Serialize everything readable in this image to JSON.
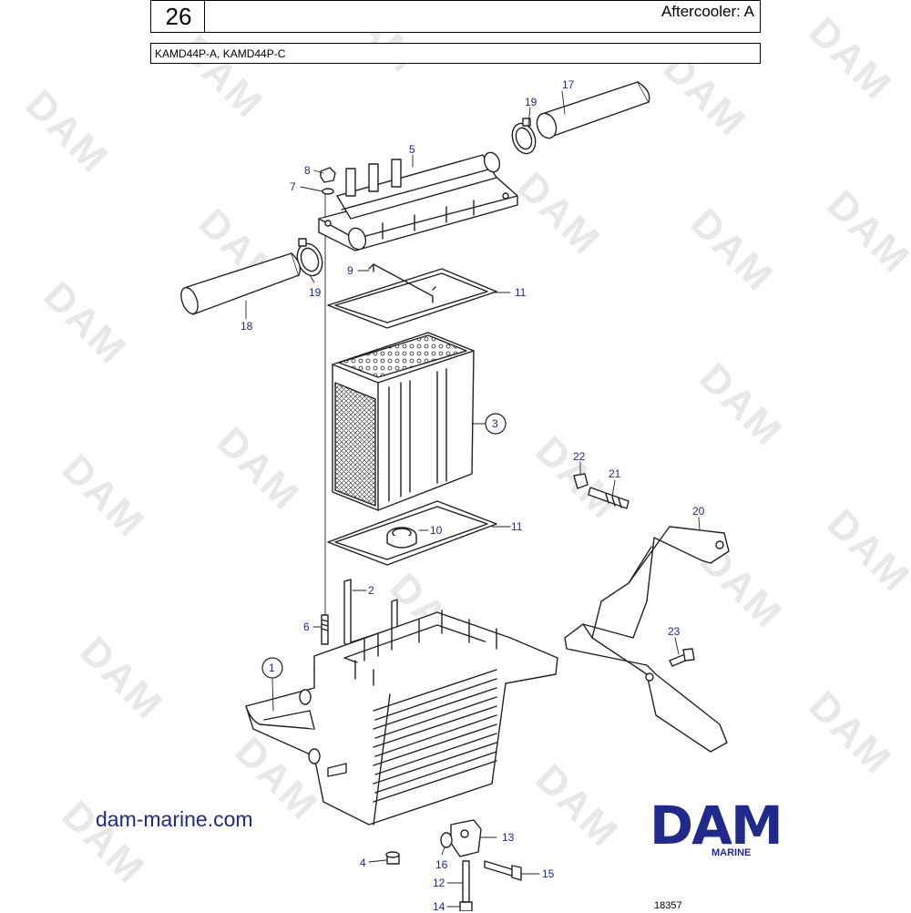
{
  "header": {
    "page_number": "26",
    "title": "Aftercooler: A",
    "models": "KAMD44P-A, KAMD44P-C"
  },
  "callouts": [
    {
      "id": "1",
      "label": "1",
      "circled": true
    },
    {
      "id": "2",
      "label": "2"
    },
    {
      "id": "3",
      "label": "3",
      "circled": true
    },
    {
      "id": "4",
      "label": "4"
    },
    {
      "id": "5",
      "label": "5"
    },
    {
      "id": "6",
      "label": "6"
    },
    {
      "id": "7",
      "label": "7"
    },
    {
      "id": "8",
      "label": "8"
    },
    {
      "id": "9",
      "label": "9"
    },
    {
      "id": "10",
      "label": "10"
    },
    {
      "id": "11a",
      "label": "11"
    },
    {
      "id": "11b",
      "label": "11"
    },
    {
      "id": "12",
      "label": "12"
    },
    {
      "id": "13",
      "label": "13"
    },
    {
      "id": "14",
      "label": "14"
    },
    {
      "id": "15",
      "label": "15"
    },
    {
      "id": "16",
      "label": "16"
    },
    {
      "id": "17",
      "label": "17"
    },
    {
      "id": "18",
      "label": "18"
    },
    {
      "id": "19a",
      "label": "19"
    },
    {
      "id": "19b",
      "label": "19"
    },
    {
      "id": "20",
      "label": "20"
    },
    {
      "id": "21",
      "label": "21"
    },
    {
      "id": "22",
      "label": "22"
    },
    {
      "id": "23",
      "label": "23"
    }
  ],
  "watermark_text": "DAM",
  "footer": {
    "website": "dam-marine.com",
    "logo_text": "DAM",
    "logo_subtext": "MARINE",
    "drawing_number": "18357"
  },
  "colors": {
    "callout_blue": "#1f2a8c",
    "line": "#222222",
    "watermark": "#e8e8e8"
  }
}
